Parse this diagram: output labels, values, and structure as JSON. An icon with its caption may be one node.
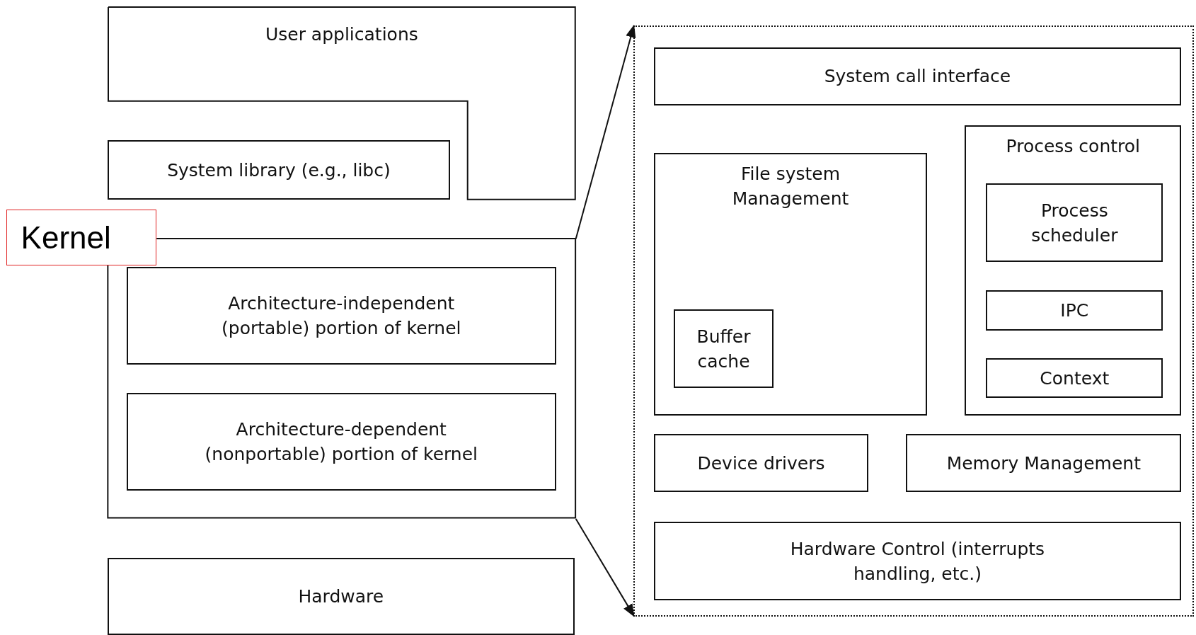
{
  "diagram": {
    "nodes": [
      {
        "text": [
          "User applications"
        ]
      },
      {
        "text": [
          "System library (e.g., libc)"
        ]
      },
      {
        "text": [
          "Kernel"
        ]
      },
      {
        "text": [
          "Architecture-independent (portable) portion of kernel"
        ],
        "in": 2
      },
      {
        "text": [
          "Architecture-dependent (nonportable) portion of kernel"
        ],
        "in": 2
      },
      {
        "text": [
          "Hardware"
        ]
      },
      {
        "text": [],
        "shape": "box"
      },
      {
        "text": [
          "System call interface"
        ],
        "in": 6
      },
      {
        "text": [
          "File system Management"
        ],
        "in": 6
      },
      {
        "text": [
          "Buffer cache"
        ],
        "in": 8
      },
      {
        "text": [
          "Process control"
        ],
        "in": 6
      },
      {
        "text": [
          "Process scheduler"
        ],
        "in": 10
      },
      {
        "text": [
          "IPC"
        ],
        "in": 10
      },
      {
        "text": [
          "Context"
        ],
        "in": 10
      },
      {
        "text": [
          "Device drivers"
        ],
        "in": 6
      },
      {
        "text": [
          "Memory Management"
        ],
        "in": 6
      },
      {
        "text": [
          "Hardware Control (interrupts handling, etc.)"
        ],
        "in": 6
      }
    ],
    "edges": [
      {
        "from": 2,
        "to": 6,
        "arrow": "to"
      },
      {
        "from": 2,
        "to": 6,
        "arrow": "to"
      }
    ]
  }
}
